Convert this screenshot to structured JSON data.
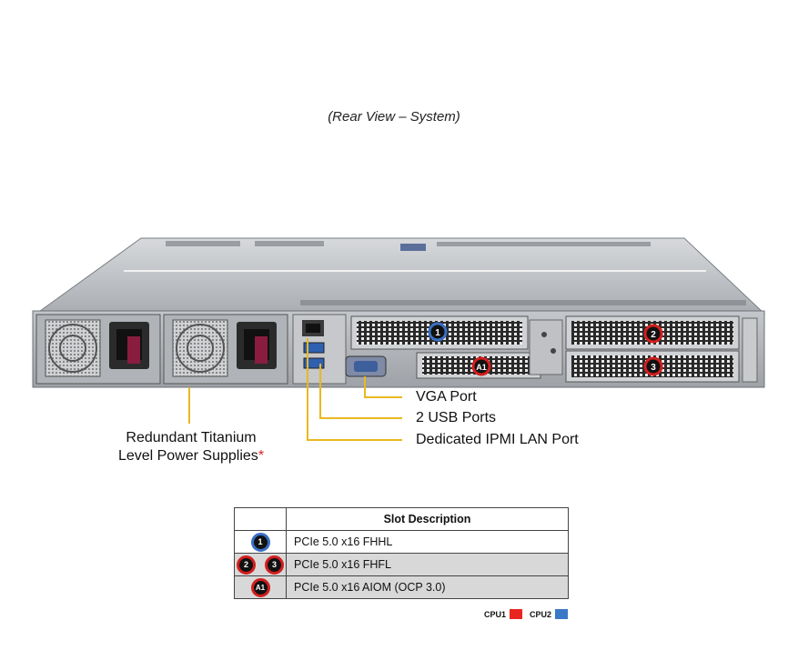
{
  "caption": "(Rear View – System)",
  "callouts": {
    "vga": "VGA Port",
    "usb": "2 USB Ports",
    "ipmi": "Dedicated IPMI LAN Port",
    "psu_line1": "Redundant Titanium",
    "psu_line2": "Level Power Supplies",
    "psu_asterisk": "*"
  },
  "slot_markers": {
    "slot1": "1",
    "slot2": "2",
    "slot3": "3",
    "aiom": "A1"
  },
  "table": {
    "header": "Slot Description",
    "rows": [
      {
        "badges": [
          "1"
        ],
        "desc": "PCIe 5.0 x16 FHHL"
      },
      {
        "badges": [
          "2",
          "3"
        ],
        "desc": "PCIe 5.0 x16 FHFL"
      },
      {
        "badges": [
          "A1"
        ],
        "desc": "PCIe 5.0 x16 AIOM (OCP 3.0)"
      }
    ]
  },
  "legend": {
    "cpu1": "CPU1",
    "cpu2": "CPU2",
    "cpu1_color": "#e8261f",
    "cpu2_color": "#3a78c8"
  },
  "colors": {
    "callout_line": "#e8b820",
    "chassis_gray": "#b9bcc0"
  }
}
